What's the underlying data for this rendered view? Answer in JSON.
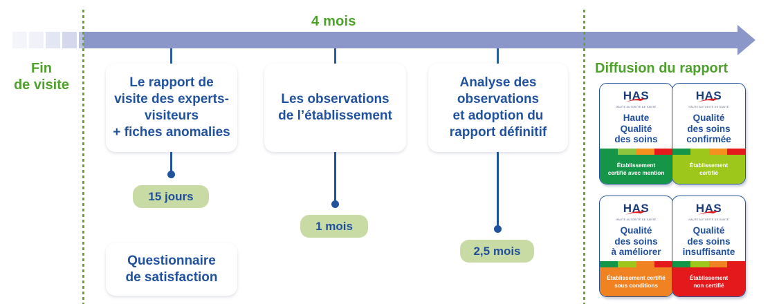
{
  "timeline": {
    "top_duration_label": "4 mois",
    "start_label": "Fin\nde visite",
    "end_label": "Diffusion du rapport",
    "bar_color": "#8c97c9",
    "dotline_color": "#6aa33a",
    "green_text_color": "#4ea12a",
    "blue_text_color": "#21529e",
    "pill_color": "#c8dba5"
  },
  "steps": [
    {
      "title": "Le rapport de\nvisite des experts-\nvisiteurs\n+ fiches anomalies",
      "duration": "15 jours"
    },
    {
      "title": "Les observations\nde l’établissement",
      "duration": "1 mois"
    },
    {
      "title": "Analyse des\nobservations\net adoption du\nrapport définitif",
      "duration": "2,5 mois"
    }
  ],
  "extra_card": {
    "title": "Questionnaire\nde satisfaction"
  },
  "has_badges": [
    {
      "logo_word": "HAS",
      "logo_sub": "haute autorité de santé",
      "title": "Haute\nQualité\ndes soins",
      "footer": "Établissement\ncertifié avec mention",
      "footer_color": "#159548",
      "strip": [
        "#159548",
        "#8cc63f",
        "#f5901e",
        "#e3191c"
      ],
      "active_index": 0
    },
    {
      "logo_word": "HAS",
      "logo_sub": "haute autorité de santé",
      "title": "Qualité\ndes soins\nconfirmée",
      "footer": "Établissement\ncertifié",
      "footer_color": "#9ec71c",
      "strip": [
        "#159548",
        "#9ec71c",
        "#f5901e",
        "#e3191c"
      ],
      "active_index": 1
    },
    {
      "logo_word": "HAS",
      "logo_sub": "haute autorité de santé",
      "title": "Qualité\ndes soins\nà améliorer",
      "footer": "Établissement certifié\nsous conditions",
      "footer_color": "#f08222",
      "strip": [
        "#159548",
        "#9ec71c",
        "#f08222",
        "#e3191c"
      ],
      "active_index": 2
    },
    {
      "logo_word": "HAS",
      "logo_sub": "haute autorité de santé",
      "title": "Qualité\ndes soins\ninsuffisante",
      "footer": "Établissement\nnon certifié",
      "footer_color": "#e3191c",
      "strip": [
        "#159548",
        "#9ec71c",
        "#f08222",
        "#e3191c"
      ],
      "active_index": 3
    }
  ],
  "leadin_blocks": [
    "#f4f5fa",
    "#f1f2f9",
    "#e3e6f3",
    "#d3d8ec",
    "#bcc3e0",
    "#a7b0d6"
  ]
}
